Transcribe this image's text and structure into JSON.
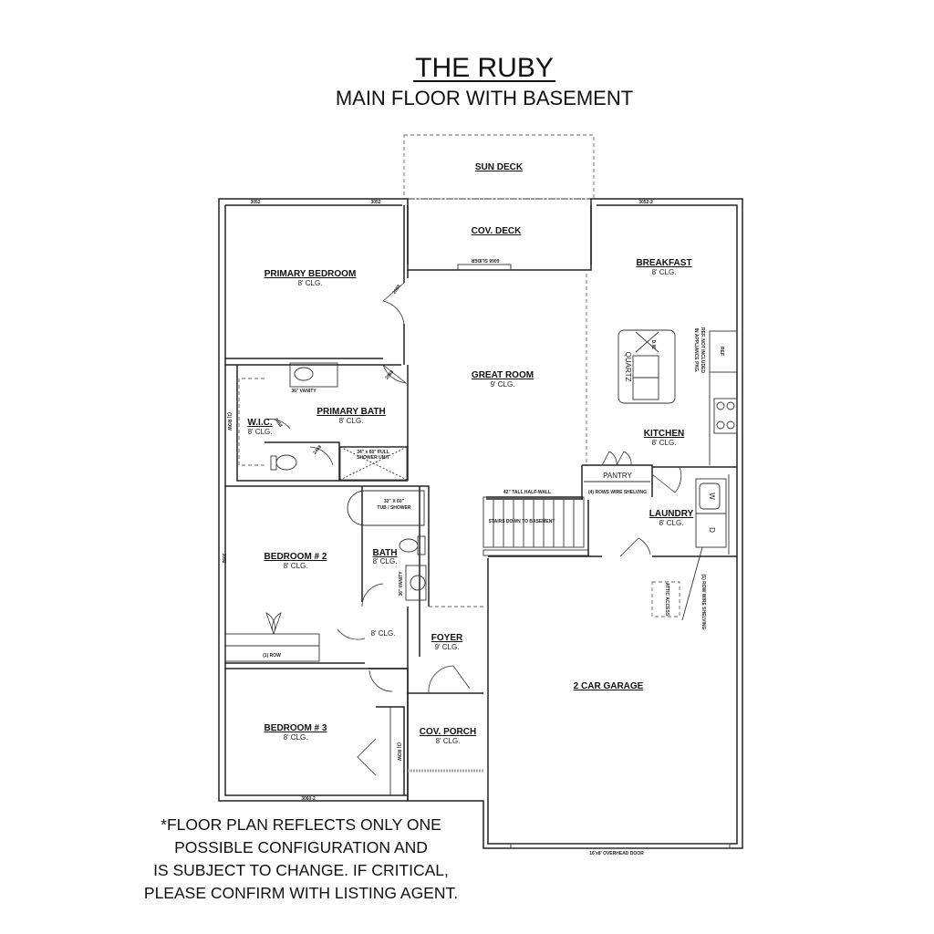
{
  "header": {
    "title": "THE RUBY",
    "subtitle": "MAIN FLOOR WITH BASEMENT"
  },
  "rooms": {
    "sun_deck": {
      "name": "SUN DECK"
    },
    "cov_deck": {
      "name": "COV. DECK"
    },
    "primary_bedroom": {
      "name": "PRIMARY BEDROOM",
      "clg": "8' CLG."
    },
    "breakfast": {
      "name": "BREAKFAST",
      "clg": "8' CLG."
    },
    "great_room": {
      "name": "GREAT ROOM",
      "clg": "9' CLG."
    },
    "primary_bath": {
      "name": "PRIMARY BATH",
      "clg": "8' CLG."
    },
    "wic": {
      "name": "W.I.C.",
      "clg": "8' CLG."
    },
    "kitchen": {
      "name": "KITCHEN",
      "clg": "8' CLG."
    },
    "pantry": {
      "name": "PANTRY"
    },
    "laundry": {
      "name": "LAUNDRY",
      "clg": "8' CLG."
    },
    "bedroom2": {
      "name": "BEDROOM # 2",
      "clg": "8' CLG."
    },
    "bath": {
      "name": "BATH",
      "clg": "8' CLG."
    },
    "hall": {
      "clg": "8' CLG."
    },
    "foyer": {
      "name": "FOYER",
      "clg": "9' CLG."
    },
    "garage": {
      "name": "2 CAR GARAGE"
    },
    "bedroom3": {
      "name": "BEDROOM # 3",
      "clg": "8' CLG."
    },
    "cov_porch": {
      "name": "COV. PORCH",
      "clg": "8' CLG."
    }
  },
  "annotations": {
    "window_3052": "3052",
    "window_3052_2": "3052-2",
    "window_3060_2": "3060-2",
    "slider": "6068 SLIDER",
    "door_2868": "2868",
    "door_2468": "2468",
    "door_2068": "2068",
    "vanity_36": "36\" VANITY",
    "shower": "34\" x 60\" FULL",
    "shower2": "SHOWER UNIT",
    "tub": "32\" X 60\"",
    "tub2": "TUB / SHOWER",
    "row1": "(1) ROW",
    "dw": "D.W.",
    "quartz": "QUARTZ",
    "ref": "REF",
    "ref_note": "REF. NOT INCLUDED",
    "ref_note2": "IN APPLIANCE PKG.",
    "half_wall": "42\" TALL HALF-WALL",
    "stairs": "STAIRS DOWN TO BASEMENT",
    "pantry_shelving": "(4) ROWS WIRE SHELVING",
    "washer": "W",
    "dryer": "D",
    "attic": "ATTIC ACCESS",
    "laundry_shelving": "(1) ROW WIRE SHELVING",
    "garage_door": "16'x8' OVERHEAD DOOR"
  },
  "disclaimer": [
    "*FLOOR PLAN REFLECTS ONLY ONE",
    "POSSIBLE CONFIGURATION AND",
    "IS SUBJECT TO CHANGE. IF CRITICAL,",
    "PLEASE CONFIRM WITH LISTING AGENT."
  ]
}
